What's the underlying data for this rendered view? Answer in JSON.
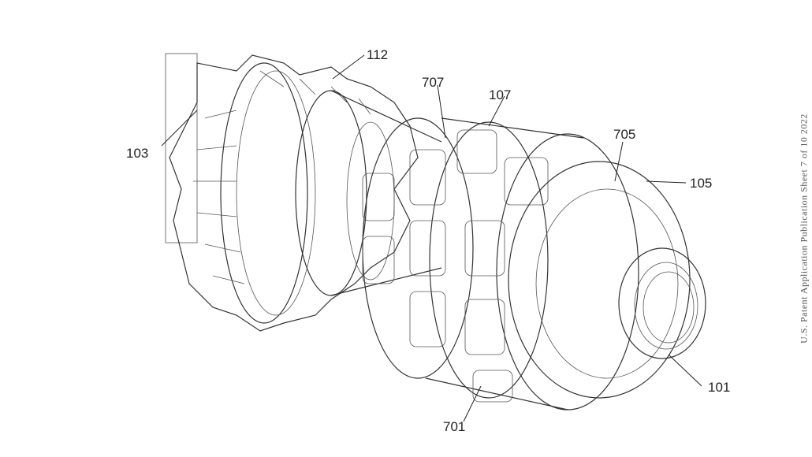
{
  "header_text": "U.S. Patent Application Publication    Sheet 7 of 10    2022",
  "reference_numerals": {
    "r112": "112",
    "r103": "103",
    "r707": "707",
    "r107": "107",
    "r705": "705",
    "r105": "105",
    "r101": "101",
    "r701": "701"
  }
}
